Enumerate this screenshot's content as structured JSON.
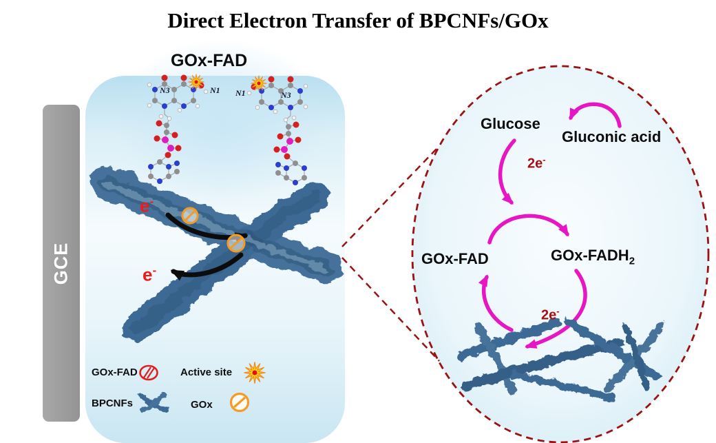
{
  "title": "Direct Electron Transfer of BPCNFs/GOx",
  "electrode": {
    "label": "GCE"
  },
  "left_panel": {
    "heading": "GOx-FAD",
    "atom_labels": [
      "N3",
      "N1",
      "N1",
      "N3"
    ],
    "electron_top": {
      "base": "e",
      "sup": "-"
    },
    "electron_bottom": {
      "base": "e",
      "sup": "-"
    },
    "legend": {
      "items": [
        {
          "label": "GOx-FAD",
          "icon": "red-no-symbol"
        },
        {
          "label": "Active site",
          "icon": "yellow-starburst"
        },
        {
          "label": "BPCNFs",
          "icon": "fiber-cross"
        },
        {
          "label": "GOx",
          "icon": "orange-no-symbol"
        }
      ]
    }
  },
  "zoom": {
    "glucose": "Glucose",
    "gluconic_acid": "Gluconic acid",
    "two_e_top": {
      "base": "2e",
      "sup": "-"
    },
    "gox_fad": "GOx-FAD",
    "gox_fadh2": {
      "base": "GOx-FADH",
      "sub": "2"
    },
    "two_e_bottom": {
      "base": "2e",
      "sup": "-"
    }
  },
  "colors": {
    "magenta_arrow": "#e716c5",
    "dark_red_text": "#a31212",
    "electron_red": "#ee1b1b",
    "fiber_blue": "#3e6b94",
    "orange_symbol": "#f59b24",
    "red_symbol": "#e01f1f",
    "dashed_circle": "#9c1111",
    "electrode_gray": "#9d9d9d",
    "panel_blue": "#cde9f5"
  }
}
